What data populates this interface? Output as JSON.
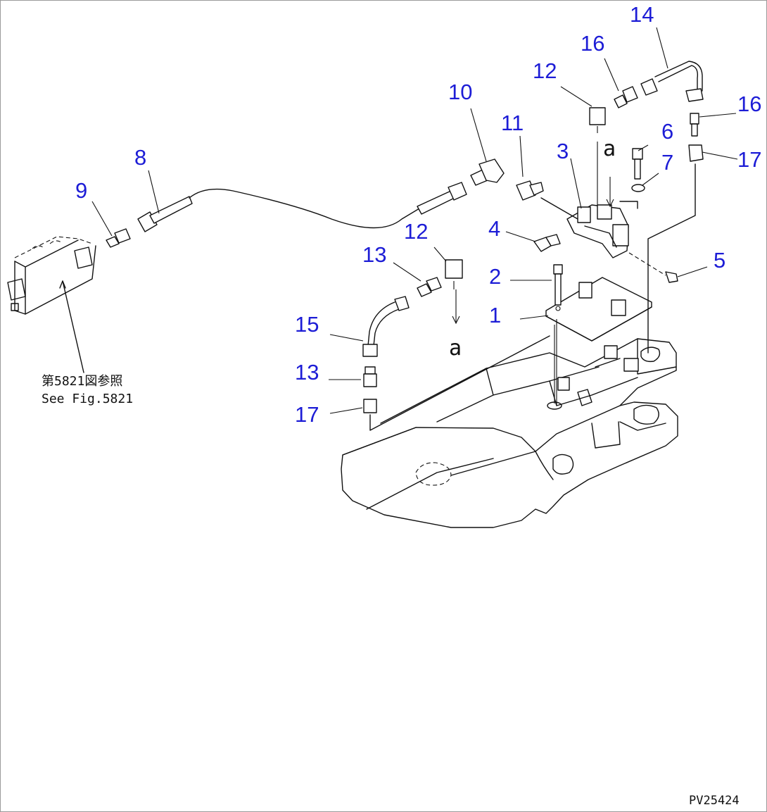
{
  "diagram": {
    "drawing_code": "PV25424",
    "reference_note": {
      "japanese": "第5821図参照",
      "english": "See Fig.5821"
    },
    "view_marker": "a",
    "callouts": [
      {
        "id": "c1",
        "label": "1"
      },
      {
        "id": "c2",
        "label": "2"
      },
      {
        "id": "c3",
        "label": "3"
      },
      {
        "id": "c4",
        "label": "4"
      },
      {
        "id": "c5",
        "label": "5"
      },
      {
        "id": "c6",
        "label": "6"
      },
      {
        "id": "c7a",
        "label": "7"
      },
      {
        "id": "c8",
        "label": "8"
      },
      {
        "id": "c9",
        "label": "9"
      },
      {
        "id": "c10",
        "label": "10"
      },
      {
        "id": "c11",
        "label": "11"
      },
      {
        "id": "c12a",
        "label": "12"
      },
      {
        "id": "c12b",
        "label": "12"
      },
      {
        "id": "c13a",
        "label": "13"
      },
      {
        "id": "c13b",
        "label": "13"
      },
      {
        "id": "c14",
        "label": "14"
      },
      {
        "id": "c15",
        "label": "15"
      },
      {
        "id": "c16a",
        "label": "16"
      },
      {
        "id": "c16b",
        "label": "16"
      },
      {
        "id": "c17a",
        "label": "17"
      },
      {
        "id": "c17b",
        "label": "17"
      }
    ],
    "colors": {
      "callout": "#1d1dd6",
      "line": "#111111",
      "background": "#ffffff"
    }
  }
}
